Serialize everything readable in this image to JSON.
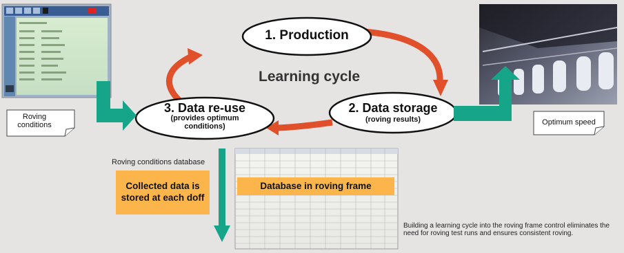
{
  "cycle": {
    "title": "Learning cycle",
    "nodes": [
      {
        "label": "1. Production"
      },
      {
        "label": "2. Data storage",
        "sublabel": "(roving results)"
      },
      {
        "label": "3. Data re-use",
        "sublabel": "(provides optimum conditions)"
      }
    ]
  },
  "callouts": {
    "roving_conditions": "Roving conditions",
    "optimum_speed": "Optimum speed"
  },
  "database": {
    "label": "Roving conditions database",
    "collected_note": "Collected data is stored at each doff",
    "frame_label": "Database in roving frame"
  },
  "description": "Building a learning cycle into the roving frame control eliminates the need for roving test runs and ensures consistent roving.",
  "colors": {
    "background": "#e6e3e3",
    "cycle_arrow": "#e0502a",
    "teal_arrow": "#17a58a",
    "highlight_box": "#fbb54a"
  }
}
